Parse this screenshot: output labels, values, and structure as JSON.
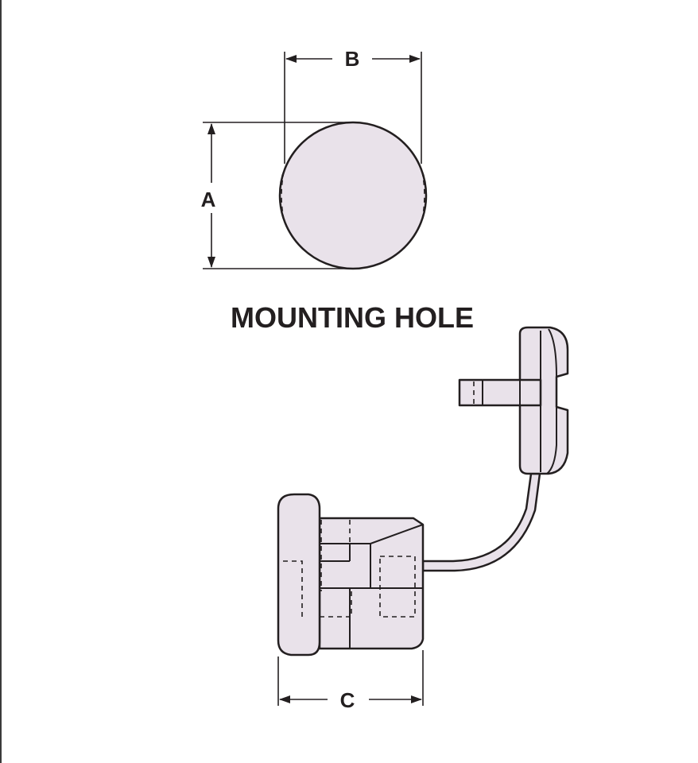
{
  "dimensions": {
    "a_label": "A",
    "b_label": "B",
    "c_label": "C"
  },
  "caption": "MOUNTING HOLE",
  "colors": {
    "part_fill": "#e9e2ea",
    "line": "#231f20"
  }
}
